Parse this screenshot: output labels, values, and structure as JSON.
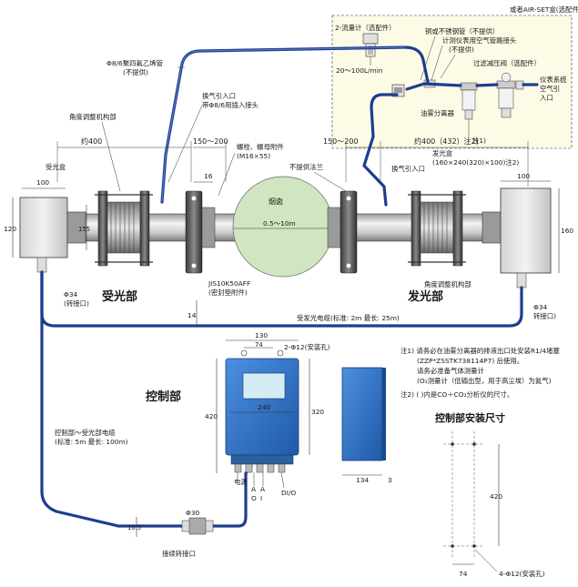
{
  "labels": {
    "air_set_box": "或者AIR-SET盒(选配件)",
    "flowmeter": "2-流量计（选配件）",
    "flow_range": "20～100L/min",
    "pipe_tube": "铜或不锈钢管（不提供）",
    "instrument_air_line_1": "计测仪表用空气管路接头",
    "instrument_air_line_2": "(不提供)",
    "filter_reg": "过滤减压阀（选配件）",
    "instrument_air_1": "仪表系统",
    "instrument_air_2": "空气引",
    "instrument_air_3": "入口",
    "mist_sep": "油雾分离器",
    "note_ref": "注1)",
    "ptfe_tube_1": "Φ8/6聚四氟乙烯管",
    "ptfe_tube_2": "(不提供)",
    "purge_inlet_1": "换气引入口",
    "purge_inlet_2": "带Φ8/6用插入接头",
    "angle_adj_left": "角度调整机构部",
    "dim_400_left": "约400",
    "dim_150_200_left": "150～200",
    "bolt_nut_1": "螺栓、螺母附件",
    "bolt_nut_2": "(M16×55)",
    "dim_150_200_right": "150～200",
    "dim_400_right": "约400（432）注2)",
    "no_flange": "不提供法兰",
    "receiver_box": "受光盒",
    "dim_100_left": "100",
    "dim_120": "120",
    "dim_155": "155",
    "dim_16": "16",
    "flue": "烟囱",
    "flue_range": "0.5～10m",
    "purge_inlet_right": "换气引入口",
    "emitter_box_1": "发光盒",
    "emitter_box_2": "(160×240(320)×100)注2)",
    "dim_100_right": "100",
    "dim_160": "160",
    "angle_adj_right": "角度调整机构部",
    "flange_1": "JIS10K50AFF",
    "flange_2": "(密封垫附件)",
    "phi34_left_1": "Φ34",
    "phi34_left_2": "(转接口)",
    "receiver_part": "受光部",
    "emitter_part": "发光部",
    "phi34_right_1": "Φ34",
    "phi34_right_2": "转接口)",
    "dim_14": "14",
    "emitter_cable": "受发光电缆(标准: 2m 最长: 25m)",
    "dim_130": "130",
    "dim_74_top": "74",
    "mount_hole_top": "2-Φ12(安装孔)",
    "control_part": "控制部",
    "dim_420_left": "420",
    "dim_320": "320",
    "dim_240": "240",
    "ctrl_cable_1": "控制部～受光部电缆",
    "ctrl_cable_2": "(标准: 5m 最长: 100m)",
    "power_label": "电源",
    "a_out": "A",
    "a_in": "A",
    "o_out": "O",
    "i_in": "I",
    "dio": "DI/O",
    "dim_105": "10.5",
    "phi30": "Φ30",
    "relay_box": "接续转接口",
    "dim_134": "134",
    "dim_3": "3",
    "note1_1": "注1) 请务必在油雾分离器的排液出口处安装R1/4堵塞",
    "note1_2": "(ZZP*ZSSTK738114P7) 后使用。",
    "note1_3": "请务必准备气体测量计",
    "note1_4": "(O₂测量计（低输出型，用于高尘埃）为氮气)",
    "note2": "注2) ( )内是CO＋CO₂分析仪的尺寸。",
    "mount_title": "控制部安装尺寸",
    "dim_420_right": "420",
    "dim_74_bottom": "74",
    "mount_hole_bottom": "4-Φ12(安装孔)"
  },
  "colors": {
    "cable": "#1d3d8f",
    "controller_body": "#2e6fc2",
    "air_set_fill": "#fdfbe6",
    "flue_fill": "#cfe6c1",
    "box_fill": "#e6e6e6"
  }
}
